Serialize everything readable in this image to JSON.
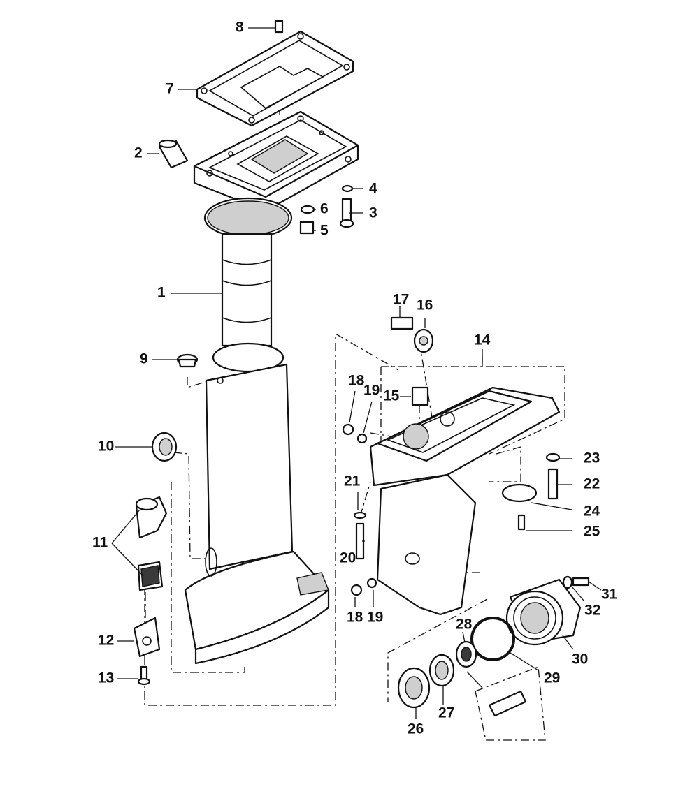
{
  "callouts": [
    {
      "id": "c1",
      "text": "1"
    },
    {
      "id": "c2",
      "text": "2"
    },
    {
      "id": "c3",
      "text": "3"
    },
    {
      "id": "c4",
      "text": "4"
    },
    {
      "id": "c5",
      "text": "5"
    },
    {
      "id": "c6",
      "text": "6"
    },
    {
      "id": "c7",
      "text": "7"
    },
    {
      "id": "c8",
      "text": "8"
    },
    {
      "id": "c9",
      "text": "9"
    },
    {
      "id": "c10",
      "text": "10"
    },
    {
      "id": "c11",
      "text": "11"
    },
    {
      "id": "c12",
      "text": "12"
    },
    {
      "id": "c13",
      "text": "13"
    },
    {
      "id": "c14",
      "text": "14"
    },
    {
      "id": "c15",
      "text": "15"
    },
    {
      "id": "c16",
      "text": "16"
    },
    {
      "id": "c17",
      "text": "17"
    },
    {
      "id": "c18a",
      "text": "18"
    },
    {
      "id": "c19a",
      "text": "19"
    },
    {
      "id": "c18b",
      "text": "18"
    },
    {
      "id": "c19b",
      "text": "19"
    },
    {
      "id": "c20",
      "text": "20"
    },
    {
      "id": "c21",
      "text": "21"
    },
    {
      "id": "c22",
      "text": "22"
    },
    {
      "id": "c23",
      "text": "23"
    },
    {
      "id": "c24",
      "text": "24"
    },
    {
      "id": "c25",
      "text": "25"
    },
    {
      "id": "c26",
      "text": "26"
    },
    {
      "id": "c27",
      "text": "27"
    },
    {
      "id": "c28",
      "text": "28"
    },
    {
      "id": "c29",
      "text": "29"
    },
    {
      "id": "c30",
      "text": "30"
    },
    {
      "id": "c31",
      "text": "31"
    },
    {
      "id": "c32",
      "text": "32"
    }
  ]
}
